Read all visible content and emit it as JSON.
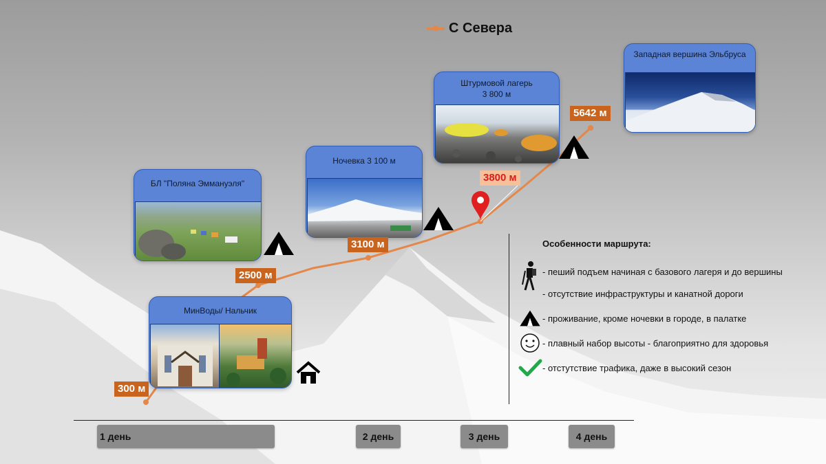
{
  "legend": {
    "label": "С Севера",
    "line_color": "#e3874a"
  },
  "cards": {
    "minvody": {
      "title": "МинВоды/ Нальчик"
    },
    "polyana": {
      "title": "БЛ \"Поляна Эммануэля\""
    },
    "nochevka": {
      "title": "Ночевка 3 100 м"
    },
    "shturmovoy": {
      "title_line1": "Штурмовой лагерь",
      "title_line2": "3 800  м"
    },
    "summit": {
      "title": "Западная вершина Эльбруса"
    }
  },
  "altitudes": {
    "a300": "300 м",
    "a2500": "2500 м",
    "a3100": "3100 м",
    "a3800": "3800 м",
    "a5642": "5642 м"
  },
  "features": {
    "title": "Особенности маршрута:",
    "items": [
      {
        "icon": "hiker-icon",
        "text": "- пеший подъем начиная с базового лагеря и до вершины"
      },
      {
        "icon": "",
        "text": "- отсутствие инфраструктуры и канатной дороги"
      },
      {
        "icon": "tent-icon",
        "text": "- проживание, кроме ночевки в городе, в палатке"
      },
      {
        "icon": "smiley-icon",
        "text": "- плавный набор высоты - благоприятно для здоровья"
      },
      {
        "icon": "checkmark-icon",
        "text": "- отстутствие трафика, даже в высокий сезон"
      }
    ]
  },
  "timeline": {
    "days": [
      "1 день",
      "2 день",
      "3 день",
      "4 день"
    ]
  },
  "colors": {
    "card": "#5b84d6",
    "altitude_label": "#c9641f",
    "highlight_label_text": "#d6201c",
    "pin": "#e02020",
    "check": "#22a84a"
  }
}
